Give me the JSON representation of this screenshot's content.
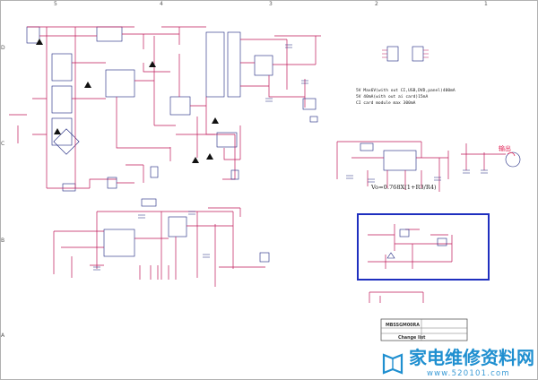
{
  "sheet": {
    "column_numbers": [
      "5",
      "4",
      "3",
      "2",
      "1"
    ],
    "row_letters": [
      "D",
      "C",
      "B",
      "A"
    ]
  },
  "notes": {
    "line1": "5V Max6V(with out CI,USB,DVD,panel)400mA",
    "line2": "5V 40mA(with out ai card)15mA",
    "line3": "CI card module max 300mA"
  },
  "formula": "Vo=0.768X(1+R3/R4)",
  "output_label": "输出",
  "title_block": {
    "title": "MBSSGM00RA",
    "subtitle": "Change list"
  },
  "watermark": {
    "brand": "家电维修资料网",
    "url": "www.520101.com",
    "accent_color": "#1f8fd0"
  },
  "colors": {
    "wire": "#c0185a",
    "component": "#1a237e",
    "highlight_box": "#1f2fbf",
    "text": "#222222"
  }
}
